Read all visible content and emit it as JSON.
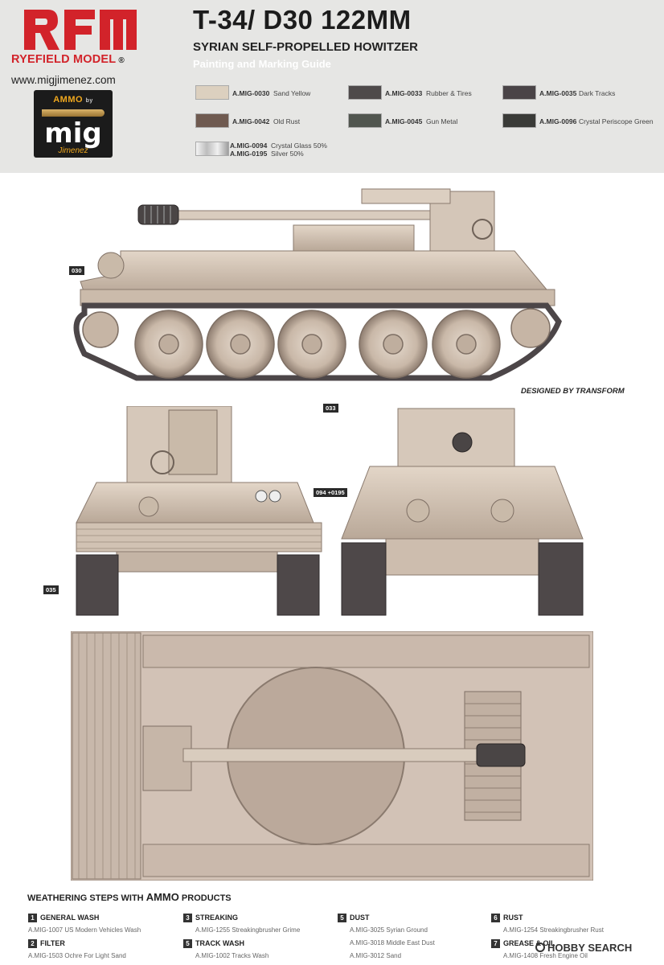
{
  "header": {
    "brand_logo_text": "RFM",
    "brand_name": "RYEFIELD MODEL",
    "registered_mark": "®",
    "site_url": "www.migjimenez.com",
    "mig_logo": {
      "top": "AMMO",
      "by": "by",
      "word": "mig",
      "bottom": "Jimenez"
    },
    "title": "T-34/ D30 122MM",
    "subtitle": "SYRIAN SELF-PROPELLED HOWITZER",
    "guide_label": "Painting and Marking Guide"
  },
  "paints": [
    {
      "code": "A.MIG-0030",
      "name": "Sand Yellow",
      "color": "#dcd0bf"
    },
    {
      "code": "A.MIG-0033",
      "name": "Rubber & Tires",
      "color": "#4e4a4a"
    },
    {
      "code": "A.MIG-0035",
      "name": "Dark Tracks",
      "color": "#4a4447"
    },
    {
      "code": "A.MIG-0042",
      "name": "Old Rust",
      "color": "#6f5a50"
    },
    {
      "code": "A.MIG-0045",
      "name": "Gun Metal",
      "color": "#51564f"
    },
    {
      "code": "A.MIG-0096",
      "name": "Crystal Periscope Green",
      "color": "#3a3b38"
    },
    {
      "code": "A.MIG-0094",
      "code2": "A.MIG-0195",
      "name": "Crystal Glass 50%",
      "name2": "Silver 50%",
      "color": "#d8d8d8"
    }
  ],
  "callouts": {
    "side_upper": "030",
    "side_track": "033",
    "rear_optics": "094 +0195",
    "rear_track": "035"
  },
  "designed_by": "DESIGNED BY TRANSFORM",
  "weathering": {
    "title_prefix": "WEATHERING STEPS WITH ",
    "title_brand": "AMMO",
    "title_suffix": " PRODUCTS",
    "steps": [
      {
        "num": "1",
        "title": "GENERAL WASH",
        "products": [
          "A.MIG-1007 US Modern Vehicles Wash"
        ]
      },
      {
        "num": "2",
        "title": "FILTER",
        "products": [
          "A.MIG-1503 Ochre For Light Sand"
        ]
      },
      {
        "num": "3",
        "title": "STREAKING",
        "products": [
          "A.MIG-1255 Streakingbrusher Grime"
        ]
      },
      {
        "num": "5",
        "title": "TRACK WASH",
        "products": [
          "A.MIG-1002 Tracks Wash"
        ]
      },
      {
        "num": "5",
        "title": "DUST",
        "products": [
          "A.MIG-3025 Syrian Ground",
          "A.MIG-3018 Middle East Dust",
          "A.MIG-3012 Sand"
        ]
      },
      {
        "num": "6",
        "title": "RUST",
        "products": [
          "A.MIG-1254 Streakingbrusher Rust"
        ]
      },
      {
        "num": "7",
        "title": "GREASE & OIL",
        "products": [
          "A.MIG-1408 Fresh Engine Oil"
        ]
      }
    ]
  },
  "watermark": "HOBBY SEARCH"
}
